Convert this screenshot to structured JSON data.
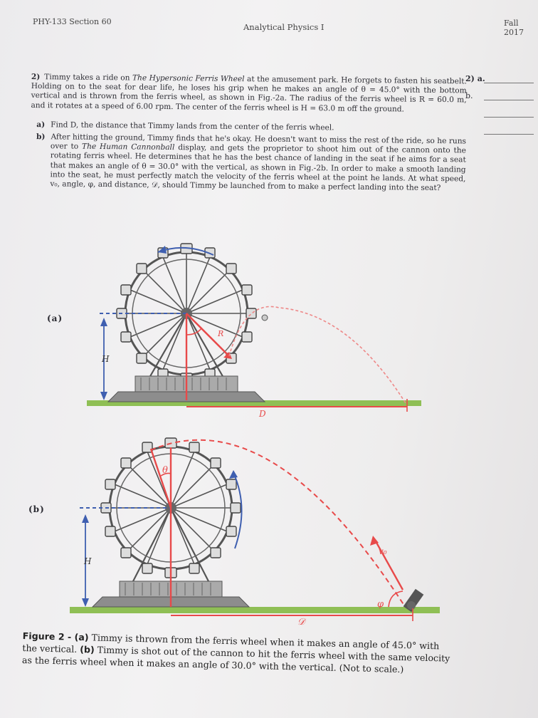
{
  "header": {
    "course": "PHY-133   Section 60",
    "title": "Analytical Physics I",
    "term": "Fall 2017"
  },
  "problem": {
    "number": "2)",
    "text_1": "Timmy takes a ride on ",
    "ride_name": "The Hypersonic Ferris Wheel",
    "text_2": " at the amusement park. He forgets to fasten his seatbelt. Holding on to the seat for dear life, he loses his grip when he makes an angle of θ = 45.0° with the bottom vertical and is thrown from the ferris wheel, as shown in Fig.-2a. The radius of the ferris wheel is R = 60.0 m, and it rotates at a speed of 6.00 rpm. The center of the ferris wheel is H = 63.0 m off the ground.",
    "part_a_label": "a)",
    "part_a_text": "Find D, the distance that Timmy lands from the center of the ferris wheel.",
    "part_b_label": "b)",
    "part_b_text_1": "After hitting the ground, Timmy finds that he's okay. He doesn't want to miss the rest of the ride, so he runs over to ",
    "display_name": "The Human Cannonball",
    "part_b_text_2": " display, and gets the proprietor to shoot him out of the cannon onto the rotating ferris wheel. He determines that he has the best chance of landing in the seat if he aims for a seat that makes an angle of θ = 30.0° with the vertical, as shown in Fig.-2b. In order to make a smooth landing into the seat, he must perfectly match the velocity of the ferris wheel at the point he lands. At what speed, v₀, angle, φ, and distance, 𝒟, should Timmy be launched from to make a perfect landing into the seat?"
  },
  "answers": {
    "label_2a": "2) a.",
    "label_b": "b."
  },
  "figure": {
    "panel_a": "(a)",
    "panel_b": "(b)",
    "H": "H",
    "R": "R",
    "D": "D",
    "D_script": "𝒟",
    "theta": "θ",
    "v0": "v₀",
    "phi": "φ",
    "colors": {
      "red": "#e84a4a",
      "blue": "#3f5fb0",
      "grass": "#8fbf55",
      "wheel": "#555555"
    }
  },
  "caption": {
    "figure_label": "Figure 2 - ",
    "a_label": "(a)",
    "a_text": " Timmy is thrown from the ferris wheel when it makes an angle of 45.0° with the vertical. ",
    "b_label": "(b)",
    "b_text": " Timmy is shot out of the cannon to hit the ferris wheel with the same velocity as the ferris wheel when it makes an angle of 30.0° with the vertical. (Not to scale.)"
  }
}
